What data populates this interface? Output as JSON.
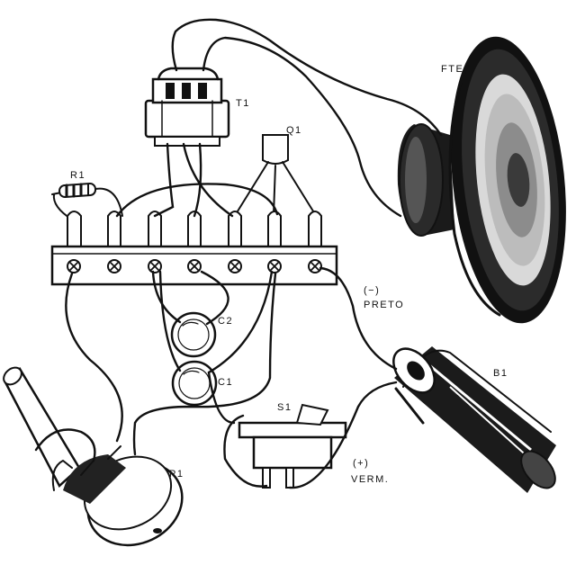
{
  "labels": {
    "transformer": "T1",
    "transistor": "Q1",
    "resistor": "R1",
    "speaker": "FTE",
    "capacitor_2": "C2",
    "capacitor_1": "C1",
    "switch": "S1",
    "battery": "B1",
    "potentiometer": "P1",
    "negative_terminal": "(−)",
    "negative_color": "PRETO",
    "positive_terminal": "(+)",
    "positive_color": "VERM."
  }
}
